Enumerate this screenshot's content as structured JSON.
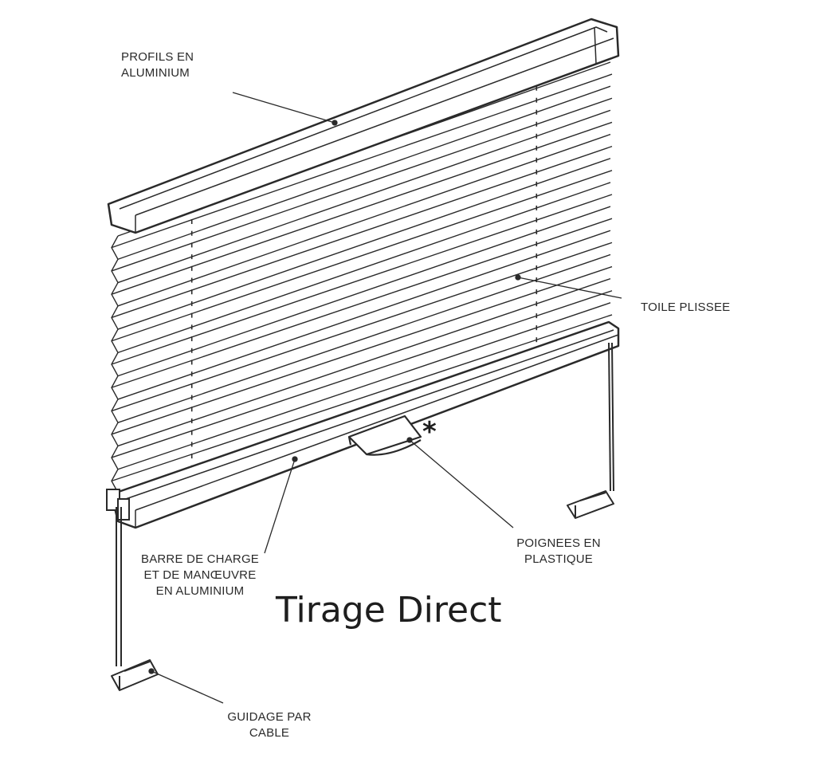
{
  "title": "Tirage Direct",
  "marker": "*",
  "labels": {
    "profiles": [
      "PROFILS EN",
      "ALUMINIUM"
    ],
    "fabric": [
      "TOILE PLISSEE"
    ],
    "handles": [
      "POIGNEES EN",
      "PLASTIQUE"
    ],
    "bottom_bar": [
      "BARRE DE CHARGE",
      "ET DE MANŒUVRE",
      "EN ALUMINIUM"
    ],
    "cable": [
      "GUIDAGE PAR",
      "CABLE"
    ]
  },
  "colors": {
    "line": "#2a2a2a",
    "fill": "#ffffff"
  }
}
